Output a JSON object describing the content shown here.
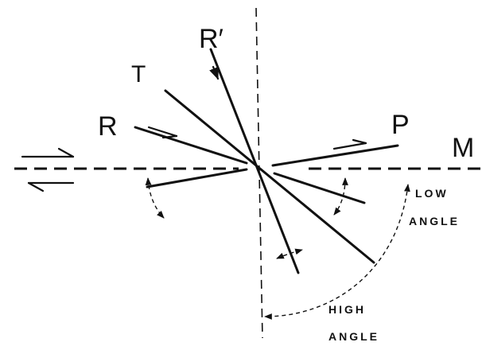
{
  "labels": {
    "r": "R",
    "r_prime": "R′",
    "t": "T",
    "p": "P",
    "m": "M",
    "low_line1": "LOW",
    "low_line2": "ANGLE",
    "high_line1": "HIGH",
    "high_line2": "ANGLE"
  }
}
